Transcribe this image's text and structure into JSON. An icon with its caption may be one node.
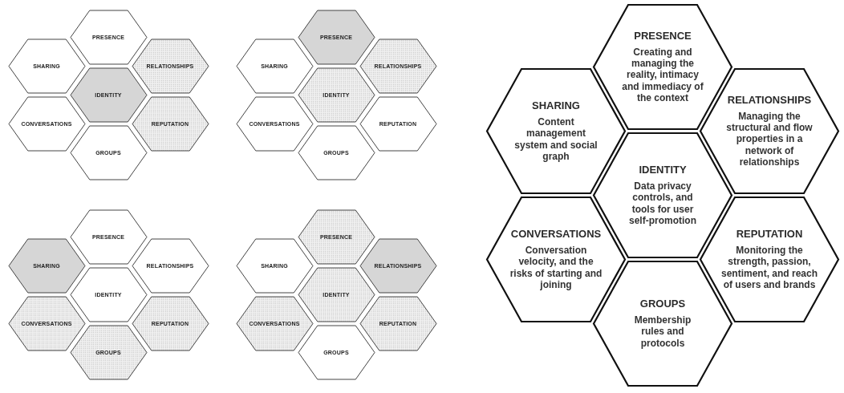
{
  "diagram": {
    "nodes": [
      {
        "text": [
          "PRESENCE"
        ]
      },
      {
        "text": [
          "SHARING"
        ]
      },
      {
        "text": [
          "RELATIONSHIPS"
        ]
      },
      {
        "text": [
          "IDENTITY"
        ]
      },
      {
        "text": [
          "CONVERSATIONS"
        ]
      },
      {
        "text": [
          "REPUTATION"
        ]
      },
      {
        "text": [
          "GROUPS"
        ]
      },
      {
        "text": [
          "PRESENCE"
        ]
      },
      {
        "text": [
          "SHARING"
        ]
      },
      {
        "text": [
          "RELATIONSHIPS"
        ]
      },
      {
        "text": [
          "IDENTITY"
        ]
      },
      {
        "text": [
          "CONVERSATIONS"
        ]
      },
      {
        "text": [
          "REPUTATION"
        ]
      },
      {
        "text": [
          "GROUPS"
        ]
      },
      {
        "text": [
          "PRESENCE"
        ]
      },
      {
        "text": [
          "SHARING"
        ]
      },
      {
        "text": [
          "RELATIONSHIPS"
        ]
      },
      {
        "text": [
          "IDENTITY"
        ]
      },
      {
        "text": [
          "CONVERSATIONS"
        ]
      },
      {
        "text": [
          "REPUTATION"
        ]
      },
      {
        "text": [
          "GROUPS"
        ]
      },
      {
        "text": [
          "PRESENCE"
        ]
      },
      {
        "text": [
          "SHARING"
        ]
      },
      {
        "text": [
          "RELATIONSHIPS"
        ]
      },
      {
        "text": [
          "IDENTITY"
        ]
      },
      {
        "text": [
          "CONVERSATIONS"
        ]
      },
      {
        "text": [
          "REPUTATION"
        ]
      },
      {
        "text": [
          "GROUPS"
        ]
      },
      {
        "text": [
          "PRESENCE",
          "Creating and managing the reality, intimacy and immediacy of the context"
        ]
      },
      {
        "text": [
          "SHARING",
          "Content management system and social graph"
        ]
      },
      {
        "text": [
          "RELATIONSHIPS",
          "Managing the structural and flow properties in a network of relationships"
        ]
      },
      {
        "text": [
          "IDENTITY",
          "Data privacy controls, and tools for user self-promotion"
        ]
      },
      {
        "text": [
          "CONVERSATIONS",
          "Conversation velocity, and the risks of starting and joining"
        ]
      },
      {
        "text": [
          "REPUTATION",
          "Monitoring the strength, passion, sentiment, and reach of users and brands"
        ]
      },
      {
        "text": [
          "GROUPS",
          "Membership rules and protocols"
        ]
      }
    ]
  }
}
